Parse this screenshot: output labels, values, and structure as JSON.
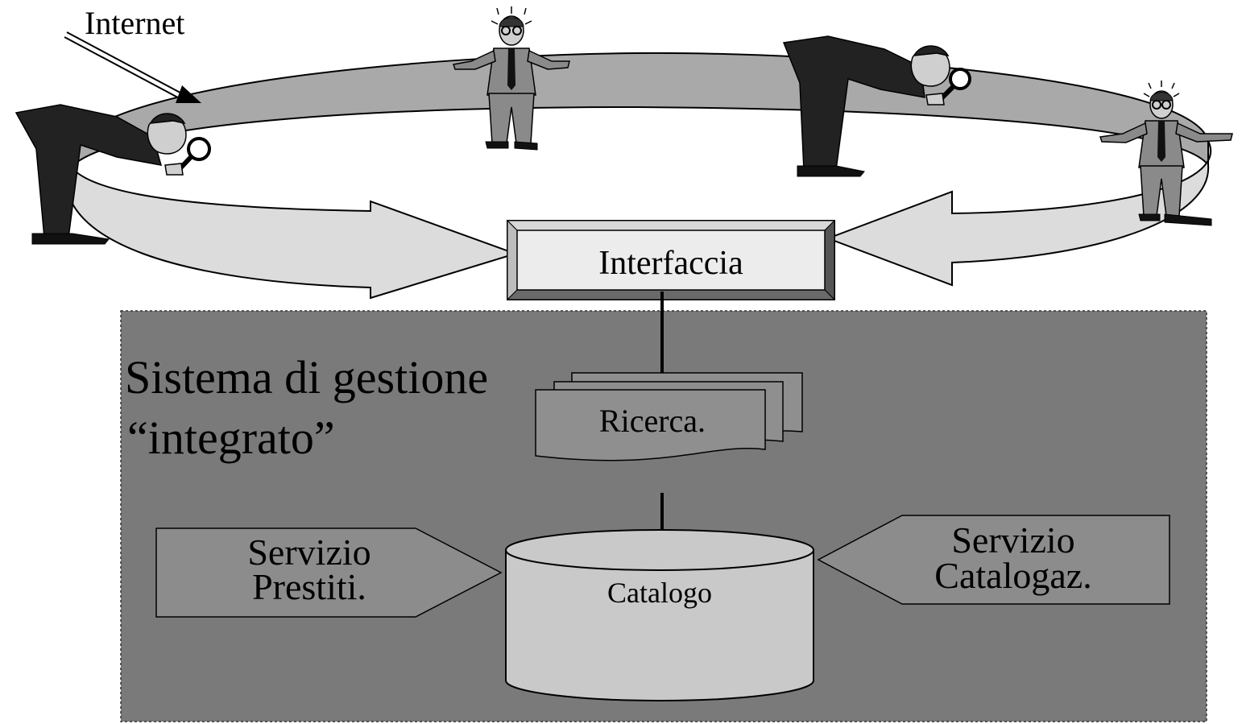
{
  "labels": {
    "internet": "Internet",
    "interface": "Interfaccia",
    "system_line1": "Sistema di gestione",
    "system_line2": "“integrato”",
    "search": "Ricerca.",
    "catalog": "Catalogo",
    "loans_line1": "Servizio",
    "loans_line2": "Prestiti.",
    "cataloguing_line1": "Servizio",
    "cataloguing_line2": "Catalogaz."
  },
  "colors": {
    "system_panel": "#7a7a7a",
    "ring_top": "#a9a9a9",
    "ring_front": "#dcdcdc",
    "interface_box": "#ececec",
    "search_doc": "#8f8f8f",
    "catalog_cylinder": "#c9c9c9",
    "service_boxes": "#8c8c8c"
  },
  "icons": {
    "people": [
      "searching-person-icon",
      "standing-person-icon",
      "searching-person-icon",
      "standing-person-icon"
    ]
  }
}
